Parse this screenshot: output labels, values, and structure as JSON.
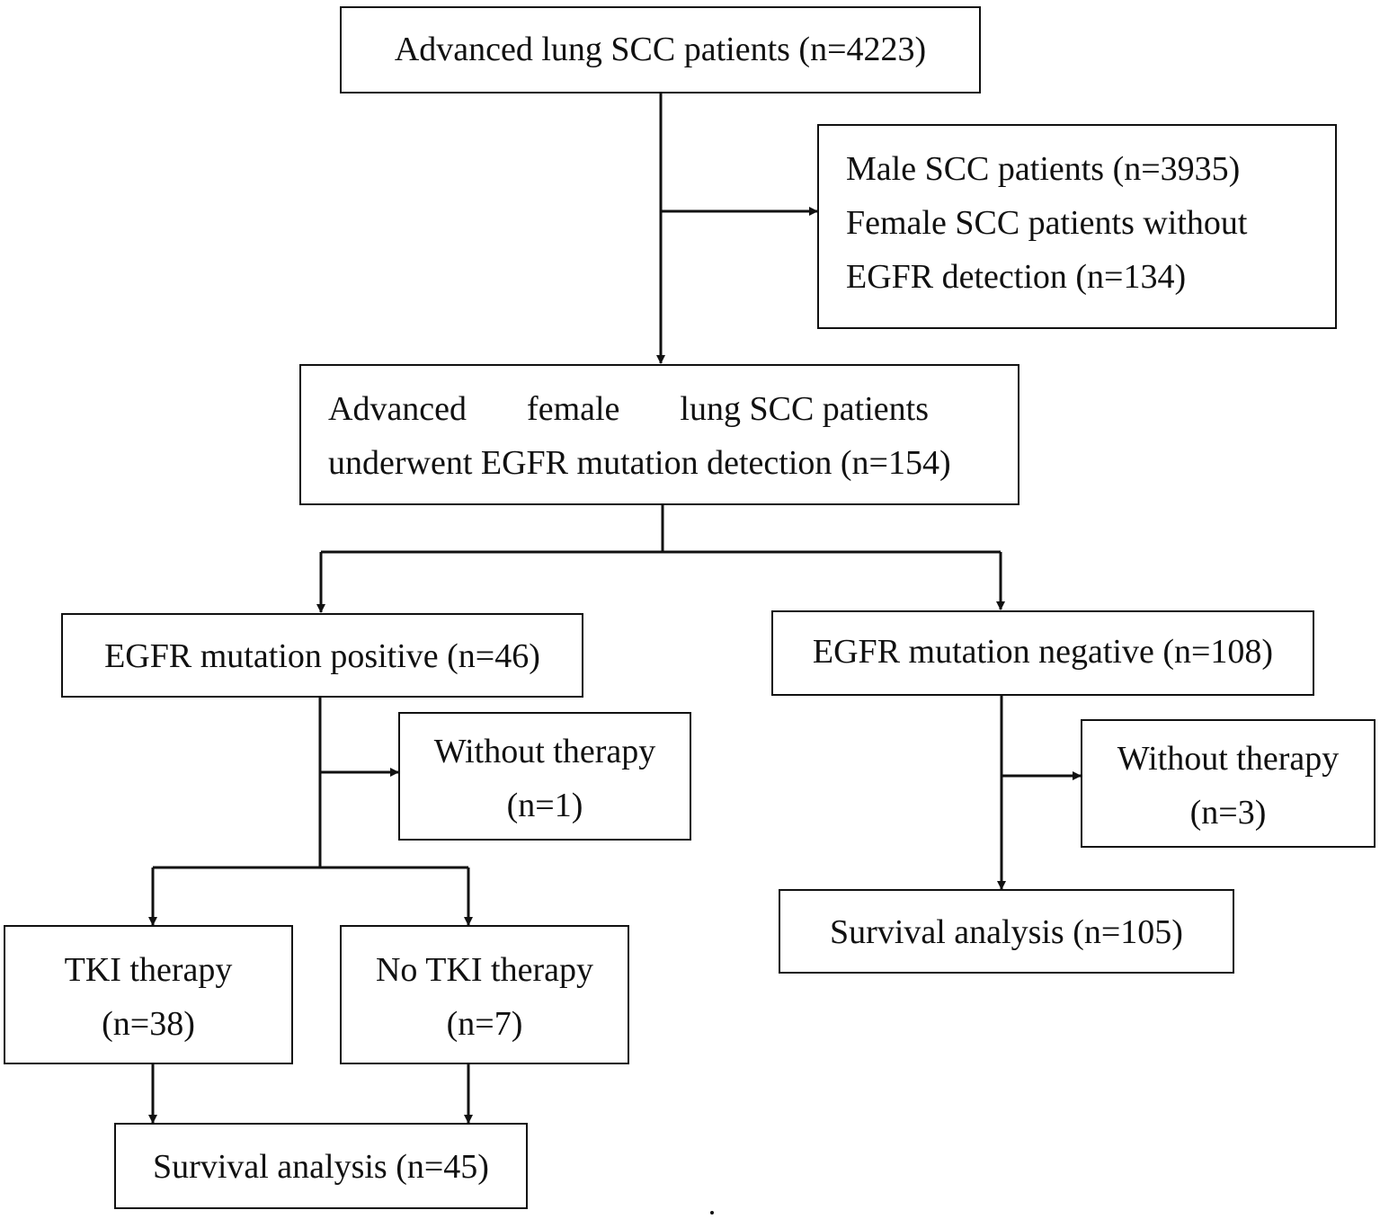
{
  "boxes": {
    "total": {
      "lines": [
        "Advanced lung SCC patients (n=4223)"
      ]
    },
    "excluded": {
      "lines": [
        "Male SCC patients (n=3935)",
        "Female SCC patients without",
        "EGFR detection (n=134)"
      ]
    },
    "female_tested": {
      "line1_words": [
        "Advanced",
        "female",
        "lung SCC patients"
      ],
      "line2": "underwent EGFR mutation detection (n=154)"
    },
    "positive": {
      "lines": [
        "EGFR mutation positive (n=46)"
      ]
    },
    "negative": {
      "lines": [
        "EGFR mutation negative (n=108)"
      ]
    },
    "positive_without_therapy": {
      "lines": [
        "Without therapy",
        "(n=1)"
      ]
    },
    "negative_without_therapy": {
      "lines": [
        "Without therapy",
        "(n=3)"
      ]
    },
    "tki": {
      "lines": [
        "TKI therapy",
        "(n=38)"
      ]
    },
    "no_tki": {
      "lines": [
        "No TKI therapy",
        "(n=7)"
      ]
    },
    "negative_survival": {
      "lines": [
        "Survival analysis (n=105)"
      ]
    },
    "positive_survival": {
      "lines": [
        "Survival analysis (n=45)"
      ]
    }
  },
  "colors": {
    "stroke": "#111111",
    "background": "#ffffff"
  }
}
